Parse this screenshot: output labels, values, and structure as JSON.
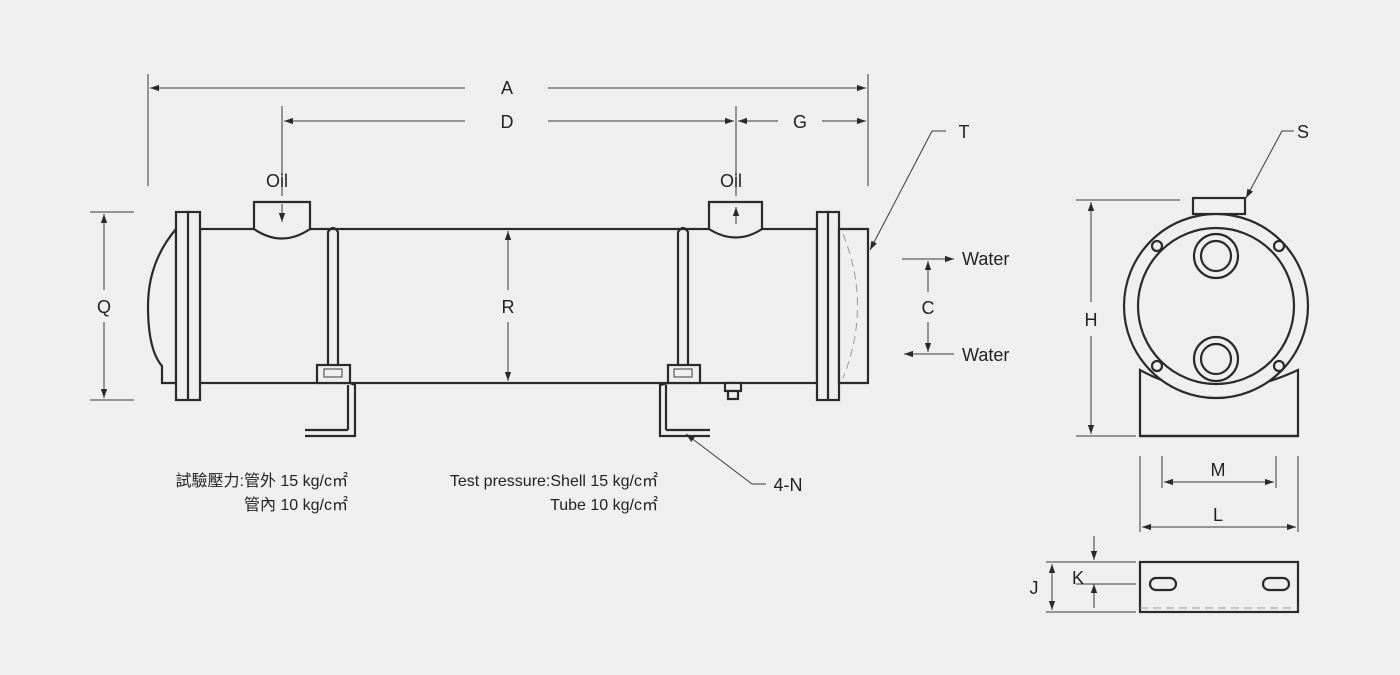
{
  "dimensions": {
    "A": "A",
    "D": "D",
    "G": "G",
    "T": "T",
    "S": "S",
    "Q": "Q",
    "R": "R",
    "C": "C",
    "H": "H",
    "M": "M",
    "L": "L",
    "J": "J",
    "K": "K",
    "N": "4-N"
  },
  "ports": {
    "oil_left": "Oil",
    "oil_right": "Oil",
    "water_top": "Water",
    "water_bottom": "Water"
  },
  "notes": {
    "zh_line1": "試驗壓力:管外 15 kg/c㎡",
    "zh_line2": "管內 10 kg/c㎡",
    "en_line1": "Test pressure:Shell 15 kg/c㎡",
    "en_line2": "Tube 10 kg/c㎡"
  }
}
